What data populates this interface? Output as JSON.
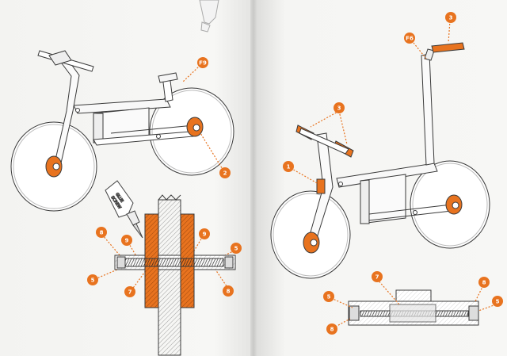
{
  "colors": {
    "accent": "#e8731f",
    "line": "#3a3a3a",
    "paper": "#f6f6f4"
  },
  "bottle_label": [
    "GLUE",
    "SCREW"
  ],
  "left": {
    "callouts": {
      "f9": "F9",
      "c2": "2",
      "c8a": "8",
      "c9a": "9",
      "c9b": "9",
      "c5a": "5",
      "c5b": "5",
      "c7": "7",
      "c8b": "8"
    }
  },
  "right": {
    "callouts": {
      "c3a": "3",
      "f6": "F6",
      "c3b": "3",
      "c1": "1",
      "c7": "7",
      "c8a": "8",
      "c5a": "5",
      "c5b": "5",
      "c8b": "8"
    }
  }
}
